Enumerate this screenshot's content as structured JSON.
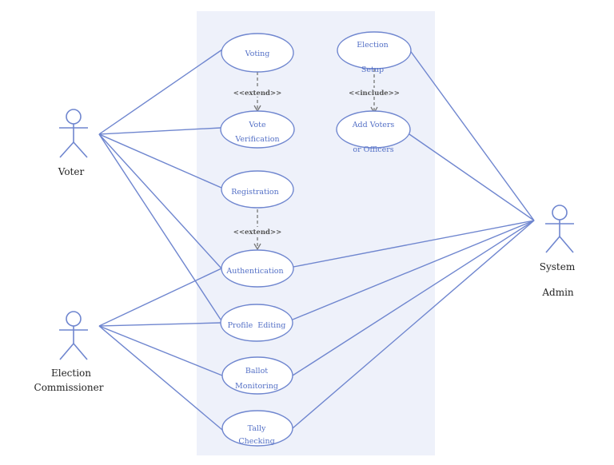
{
  "colors": {
    "line": "#6f86cf",
    "actor": "#6f86cf",
    "boundary_fill": "#eef1fa",
    "use_case_text": "#5470c6",
    "relation_text": "#555555",
    "actor_text": "#222222",
    "dash_line": "#777777"
  },
  "actors": {
    "voter": {
      "lines": [
        "Voter"
      ]
    },
    "election_commissioner": {
      "lines": [
        "Election",
        "Commissioner"
      ]
    },
    "system_admin": {
      "lines": [
        "System",
        "Admin"
      ]
    }
  },
  "use_cases": {
    "voting": {
      "lines": [
        "Voting"
      ]
    },
    "election_setup": {
      "lines": [
        "Election",
        "Setup"
      ]
    },
    "vote_verification": {
      "lines": [
        "Vote",
        "Verification"
      ]
    },
    "add_voters": {
      "lines": [
        "Add Voters",
        "or Officers"
      ]
    },
    "registration": {
      "lines": [
        "Registration"
      ]
    },
    "authentication": {
      "lines": [
        "Authentication"
      ]
    },
    "profile_editing": {
      "lines": [
        "Profile  Editing"
      ]
    },
    "ballot_monitoring": {
      "lines": [
        "Ballot",
        "Monitoring"
      ]
    },
    "tally_checking": {
      "lines": [
        "Tally",
        "Checking"
      ]
    }
  },
  "relations": {
    "extend_voting": "<<extend>>",
    "include_setup": "<<include>>",
    "extend_registration": "<<extend>>"
  }
}
